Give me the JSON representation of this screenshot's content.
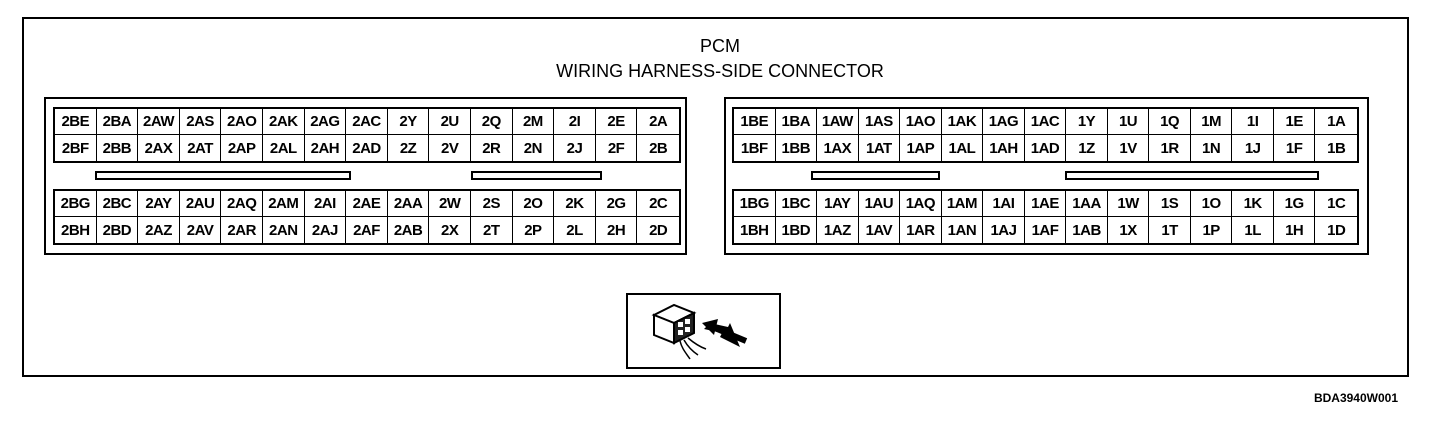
{
  "title": {
    "line1": "PCM",
    "line2": "WIRING HARNESS-SIDE CONNECTOR"
  },
  "figure_code": "BDA3940W001",
  "icons": {
    "connector_view": "connector-plug-arrow-icon"
  },
  "connector_2": {
    "top_block": {
      "rows": [
        [
          "2BE",
          "2BA",
          "2AW",
          "2AS",
          "2AO",
          "2AK",
          "2AG",
          "2AC",
          "2Y",
          "2U",
          "2Q",
          "2M",
          "2I",
          "2E",
          "2A"
        ],
        [
          "2BF",
          "2BB",
          "2AX",
          "2AT",
          "2AP",
          "2AL",
          "2AH",
          "2AD",
          "2Z",
          "2V",
          "2R",
          "2N",
          "2J",
          "2F",
          "2B"
        ]
      ]
    },
    "bottom_block": {
      "rows": [
        [
          "2BG",
          "2BC",
          "2AY",
          "2AU",
          "2AQ",
          "2AM",
          "2AI",
          "2AE",
          "2AA",
          "2W",
          "2S",
          "2O",
          "2K",
          "2G",
          "2C"
        ],
        [
          "2BH",
          "2BD",
          "2AZ",
          "2AV",
          "2AR",
          "2AN",
          "2AJ",
          "2AF",
          "2AB",
          "2X",
          "2T",
          "2P",
          "2L",
          "2H",
          "2D"
        ]
      ]
    }
  },
  "connector_1": {
    "top_block": {
      "rows": [
        [
          "1BE",
          "1BA",
          "1AW",
          "1AS",
          "1AO",
          "1AK",
          "1AG",
          "1AC",
          "1Y",
          "1U",
          "1Q",
          "1M",
          "1I",
          "1E",
          "1A"
        ],
        [
          "1BF",
          "1BB",
          "1AX",
          "1AT",
          "1AP",
          "1AL",
          "1AH",
          "1AD",
          "1Z",
          "1V",
          "1R",
          "1N",
          "1J",
          "1F",
          "1B"
        ]
      ]
    },
    "bottom_block": {
      "rows": [
        [
          "1BG",
          "1BC",
          "1AY",
          "1AU",
          "1AQ",
          "1AM",
          "1AI",
          "1AE",
          "1AA",
          "1W",
          "1S",
          "1O",
          "1K",
          "1G",
          "1C"
        ],
        [
          "1BH",
          "1BD",
          "1AZ",
          "1AV",
          "1AR",
          "1AN",
          "1AJ",
          "1AF",
          "1AB",
          "1X",
          "1T",
          "1P",
          "1L",
          "1H",
          "1D"
        ]
      ]
    }
  }
}
